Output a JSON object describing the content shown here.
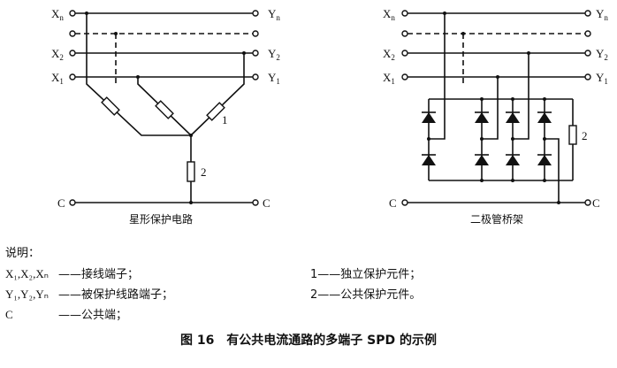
{
  "star_circuit": {
    "title": "星形保护电路",
    "inputs": [
      {
        "base": "X",
        "sub": "n"
      },
      {
        "base": "X",
        "sub": "2"
      },
      {
        "base": "X",
        "sub": "1"
      }
    ],
    "outputs": [
      {
        "base": "Y",
        "sub": "n"
      },
      {
        "base": "Y",
        "sub": "2"
      },
      {
        "base": "Y",
        "sub": "1"
      }
    ],
    "common": "C",
    "element_1_label": "1",
    "element_2_label": "2"
  },
  "diode_bridge": {
    "title": "二极管桥架",
    "inputs": [
      {
        "base": "X",
        "sub": "n"
      },
      {
        "base": "X",
        "sub": "2"
      },
      {
        "base": "X",
        "sub": "1"
      }
    ],
    "outputs": [
      {
        "base": "Y",
        "sub": "n"
      },
      {
        "base": "Y",
        "sub": "2"
      },
      {
        "base": "Y",
        "sub": "1"
      }
    ],
    "common": "C",
    "element_2_label": "2"
  },
  "legend": {
    "heading": "说明：",
    "items": [
      {
        "key": "X₁,X₂,Xₙ",
        "text": "——接线端子；"
      },
      {
        "key": "Y₁,Y₂,Yₙ",
        "text": "——被保护线路端子；"
      },
      {
        "key": "C",
        "text": "——公共端；"
      }
    ],
    "right_items": [
      {
        "key": "1",
        "text": "——独立保护元件；"
      },
      {
        "key": "2",
        "text": "——公共保护元件。"
      }
    ]
  },
  "caption": "图 16　有公共电流通路的多端子 SPD 的示例"
}
